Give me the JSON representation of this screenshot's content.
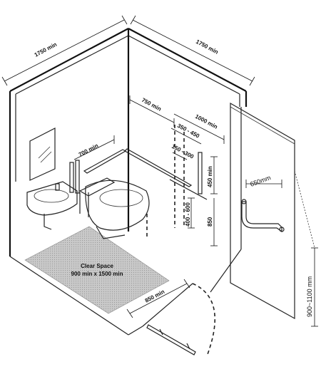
{
  "dimensions": {
    "wall_left": "1750 min",
    "wall_right": "1750 min",
    "wc_centre": "750 min",
    "rail_length": "1000 min",
    "grab_offset": "350 - 450",
    "rail_gap": "150 - 300",
    "basin_rail": "700 min",
    "vertical_rail": "450 min",
    "rail_height": "400 - 600",
    "seat_height": "850",
    "door_rail": "650mm",
    "door_height": "900~1100 mm",
    "door_width": "850 min"
  },
  "clear_space": {
    "line1": "Clear Space",
    "line2": "900 min x 1500 min"
  }
}
